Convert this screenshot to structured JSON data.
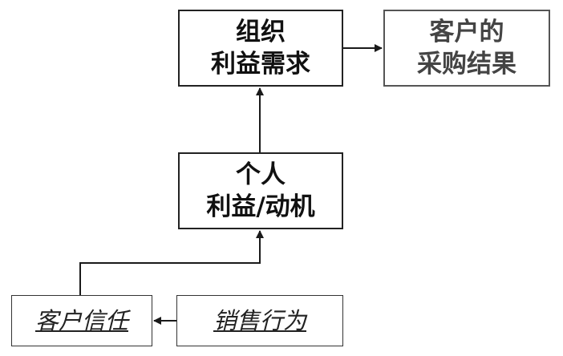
{
  "nodes": {
    "org": {
      "lines": [
        "组织",
        "利益需求"
      ]
    },
    "result": {
      "lines": [
        "客户的",
        "采购结果"
      ]
    },
    "personal": {
      "lines": [
        "个人",
        "利益/动机"
      ]
    },
    "trust": {
      "label": "客户信任"
    },
    "sales": {
      "label": "销售行为"
    }
  },
  "edges": [
    {
      "from": "org",
      "to": "result"
    },
    {
      "from": "personal",
      "to": "org"
    },
    {
      "from": "trust",
      "to": "personal"
    },
    {
      "from": "sales",
      "to": "trust"
    }
  ],
  "colors": {
    "line": "#1a1a1a",
    "border": "#222222",
    "result_border": "#555555"
  }
}
